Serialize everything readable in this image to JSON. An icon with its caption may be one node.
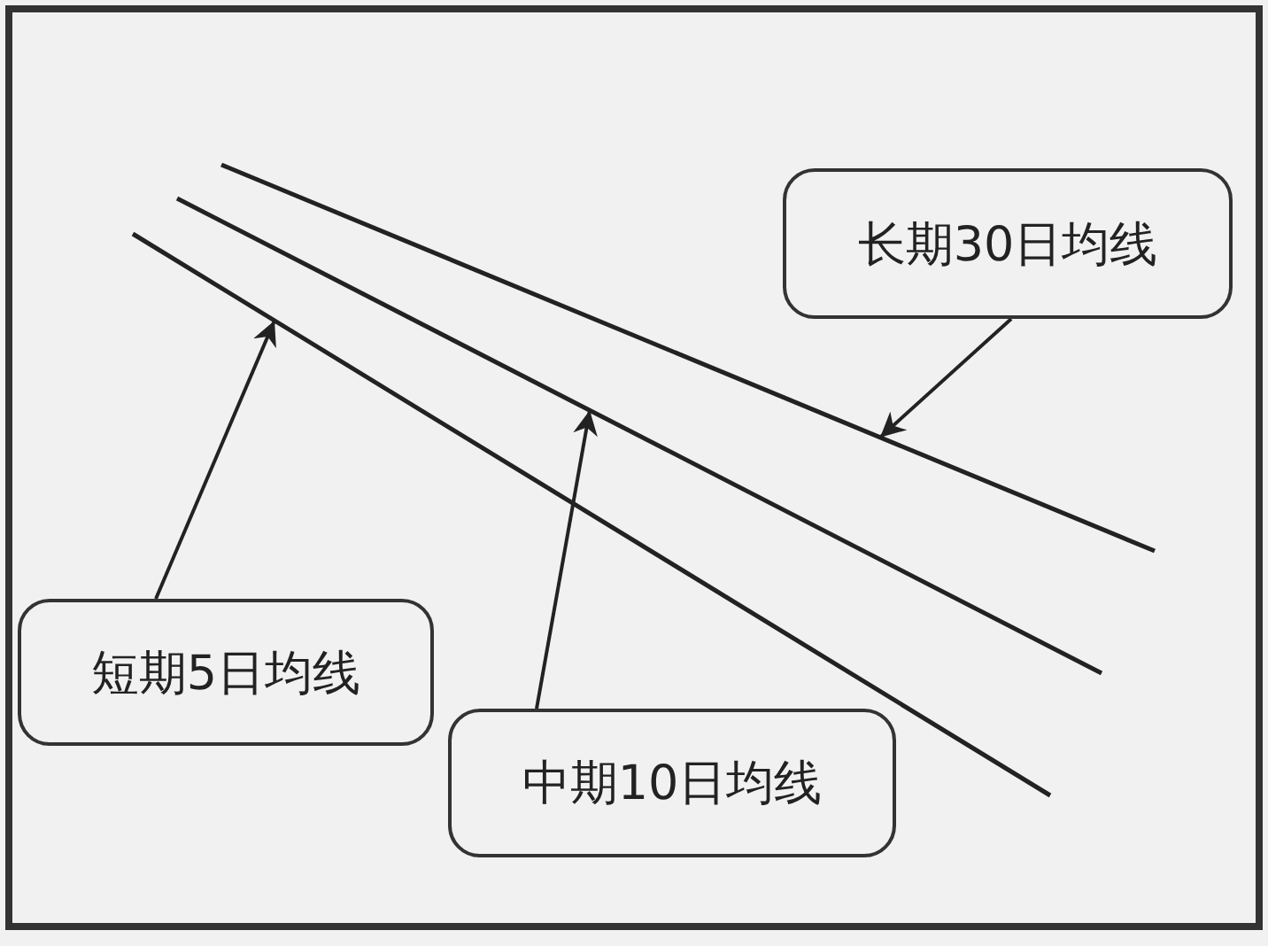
{
  "diagram": {
    "nodes": [
      {
        "text": [
          "长期30日均线"
        ]
      },
      {
        "text": [
          "短期5日均线"
        ]
      },
      {
        "text": [
          "中期10日均线"
        ]
      },
      {
        "text": [],
        "shape": "line"
      },
      {
        "text": [],
        "shape": "line"
      },
      {
        "text": [],
        "shape": "line"
      }
    ],
    "edges": [
      {
        "from": 0,
        "to": 3,
        "arrow": "to"
      },
      {
        "from": 1,
        "to": 5,
        "arrow": "to"
      },
      {
        "from": 2,
        "to": 4,
        "arrow": "to"
      }
    ]
  }
}
